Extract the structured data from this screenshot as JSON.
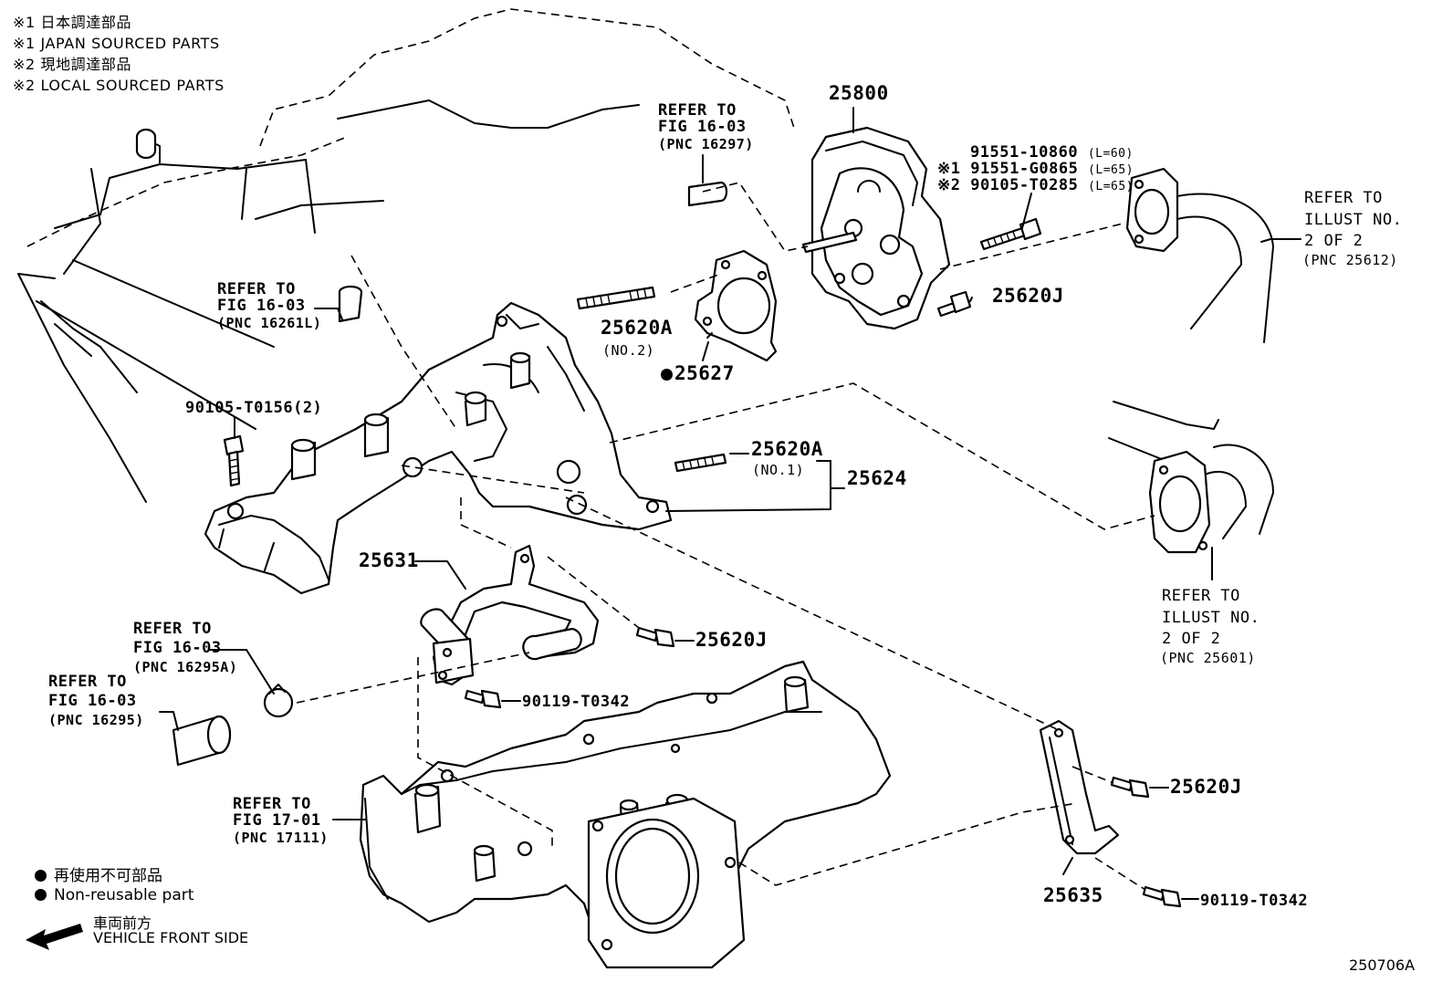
{
  "notes": [
    "※1 日本調達部品",
    "※1 JAPAN SOURCED PARTS",
    "※2 現地調達部品",
    "※2 LOCAL SOURCED PARTS"
  ],
  "labels": {
    "p25800": "25800",
    "p91551_10860": "91551-10860",
    "p91551_10860_len": "(L=60)",
    "p91551_g0865": "※1 91551-G0865",
    "p91551_g0865_len": "(L=65)",
    "p90105_t0285": "※2 90105-T0285",
    "p90105_t0285_len": "(L=65)",
    "p25620j_a": "25620J",
    "p25620j_b": "25620J",
    "p25620j_c": "25620J",
    "p25620a_no2": "25620A",
    "p25620a_no2_sub": "(NO.2)",
    "p25627": "25627",
    "p90105_t0156": "90105-T0156(2)",
    "p25620a_no1": "25620A",
    "p25620a_no1_sub": "(NO.1)",
    "p25624": "25624",
    "p25631": "25631",
    "p90119_t0342_a": "90119-T0342",
    "p90119_t0342_b": "90119-T0342",
    "p25635": "25635",
    "figure_code": "250706A"
  },
  "refs": {
    "r1": [
      "REFER TO",
      "FIG 16-03",
      "(PNC 16297)"
    ],
    "r2": [
      "REFER TO",
      "FIG 16-03",
      "(PNC 16261L)"
    ],
    "r3": [
      "REFER TO",
      "ILLUST NO.",
      "2 OF 2",
      "(PNC 25612)"
    ],
    "r4": [
      "REFER TO",
      "ILLUST NO.",
      "2 OF 2",
      "(PNC 25601)"
    ],
    "r5": [
      "REFER TO",
      "FIG 16-03",
      "(PNC 16295A)"
    ],
    "r6": [
      "REFER TO",
      "FIG 16-03",
      "(PNC 16295)"
    ],
    "r7": [
      "REFER TO",
      "FIG 17-01",
      "(PNC 17111)"
    ]
  },
  "legend": {
    "nonreusable_jp": "再使用不可部品",
    "nonreusable_en": "Non-reusable part",
    "front_jp": "車両前方",
    "front_en": "VEHICLE FRONT SIDE"
  },
  "icons": [
    "non-reusable-dot-icon",
    "front-arrow-icon"
  ]
}
